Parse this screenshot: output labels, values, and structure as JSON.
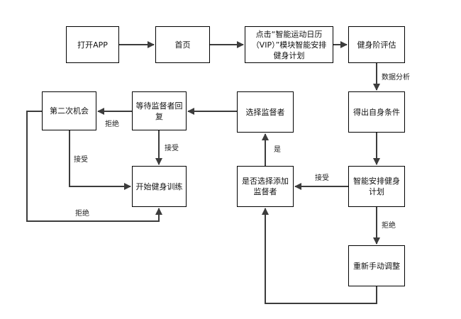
{
  "colors": {
    "line": "#3c3c3c",
    "box_border": "#000000",
    "background": "#ffffff",
    "text": "#111111"
  },
  "nodes": {
    "open_app": "打开APP",
    "home": "首页",
    "vip_module": "点击“智能运动日历（VIP）”模块智能安排健身计划",
    "fitness_eval": "健身阶评估",
    "self_condition": "得出自身条件",
    "smart_plan": "智能安排健身计划",
    "manual_adjust": "重新手动调整",
    "whether_add_supervisor": "是否选择添加监督者",
    "choose_supervisor": "选择监督者",
    "wait_supervisor": "等待监督者回复",
    "second_chance": "第二次机会",
    "start_training": "开始健身训练"
  },
  "edge_labels": {
    "data_analysis": "数据分析",
    "accept_plan": "接受",
    "reject_plan": "拒绝",
    "yes": "是",
    "reject_wait": "拒绝",
    "accept_wait": "接受",
    "accept_second": "接受",
    "reject_second": "拒绝"
  }
}
